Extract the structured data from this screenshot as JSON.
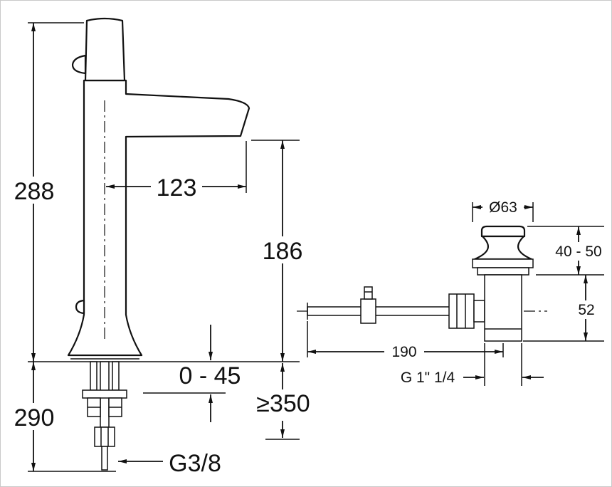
{
  "drawing": {
    "style": {
      "line_color": "#111111",
      "background": "#ffffff"
    },
    "labels": {
      "height_above_deck": "288",
      "depth_below_deck": "290",
      "spout_reach": "123",
      "spout_height": "186",
      "deck_thickness_range": "0 - 45",
      "min_hose_length": "≥350",
      "supply_thread": "G3/8",
      "drain_flange_diameter": "Ø63",
      "drain_flange_height_range": "40 - 50",
      "drain_body_height": "52",
      "drain_rod_length": "190",
      "drain_thread": "G 1\" 1/4"
    }
  }
}
